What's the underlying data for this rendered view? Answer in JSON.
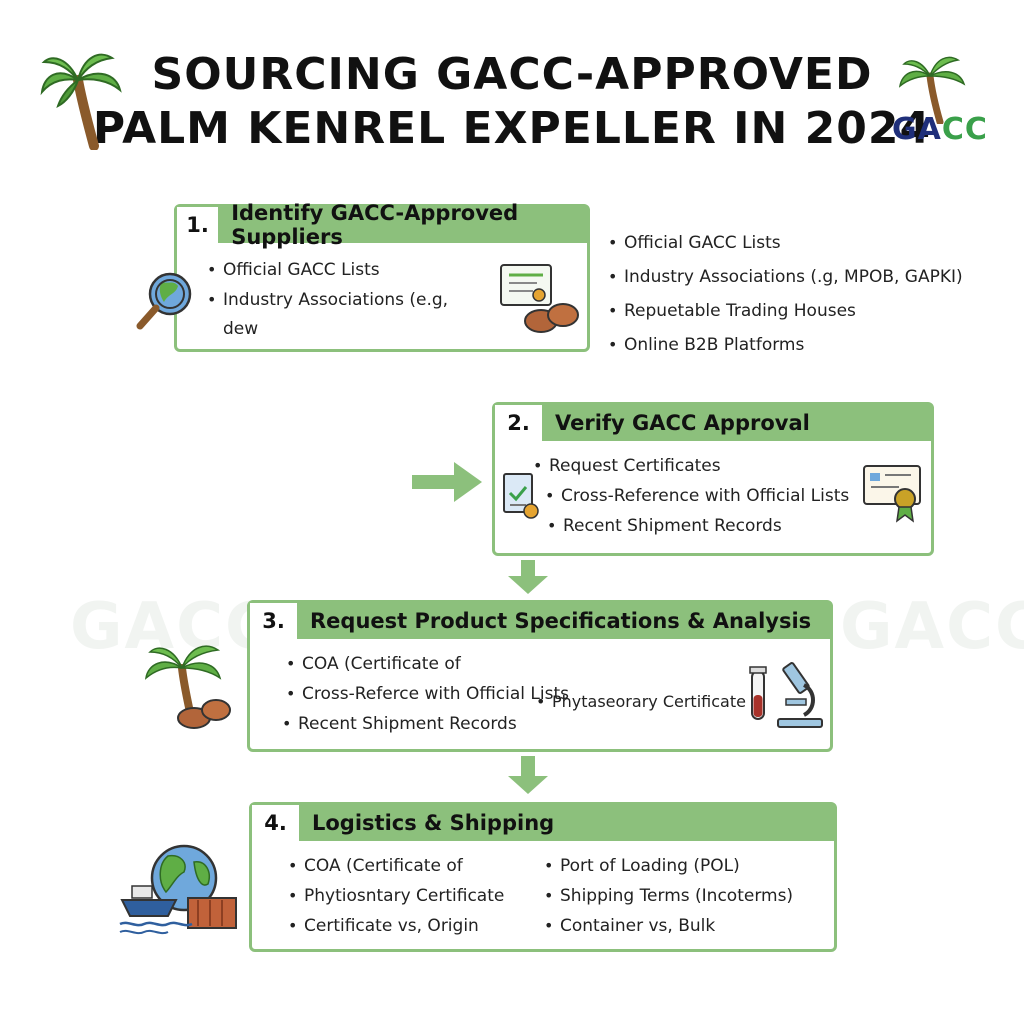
{
  "title": {
    "line1": "SOURCING GACC-APPROVED",
    "line2": "PALM KENREL EXPELLER IN 2024"
  },
  "brand": {
    "g": "GA",
    "c": "CC"
  },
  "colors": {
    "accent": "#8cc07c",
    "navy": "#1f2f7a",
    "green": "#3aa04a"
  },
  "side_list": [
    "Official GACC Lists",
    "Industry Associations (.g, MPOB, GAPKI)",
    "Repuetable Trading Houses",
    "Online B2B Platforms"
  ],
  "steps": [
    {
      "number": "1.",
      "title": "Identify GACC-Approved Suppliers",
      "bullets": [
        "Official GACC Lists",
        "Industry Associations (e.g,"
      ],
      "continuation": "dew",
      "icons": [
        "globe-magnifier-icon",
        "certificate-icon",
        "palm-kernel-icon"
      ]
    },
    {
      "number": "2.",
      "title": "Verify GACC Approval",
      "bullets": [
        "Request Certificates",
        "Cross-Reference with Official Lists",
        "Recent Shipment Records"
      ],
      "icons": [
        "document-check-icon",
        "certificate-seal-icon"
      ]
    },
    {
      "number": "3.",
      "title": "Request Product Specifications & Analysis",
      "bullets": [
        "COA (Certificate of",
        "Cross-Referce with Official Lists",
        "Recent Shipment Records"
      ],
      "extra": "Phytaseorary Certificate",
      "icons": [
        "palm-tree-icon",
        "test-tube-icon",
        "microscope-icon"
      ]
    },
    {
      "number": "4.",
      "title": "Logistics & Shipping",
      "bullets_left": [
        "COA (Certificate of",
        "Phytiosntary Certificate",
        "Certificate vs, Origin"
      ],
      "bullets_right": [
        "Port of Loading (POL)",
        "Shipping Terms (Incoterms)",
        "Container vs, Bulk"
      ],
      "icons": [
        "globe-icon",
        "ship-icon",
        "container-icon"
      ]
    }
  ]
}
